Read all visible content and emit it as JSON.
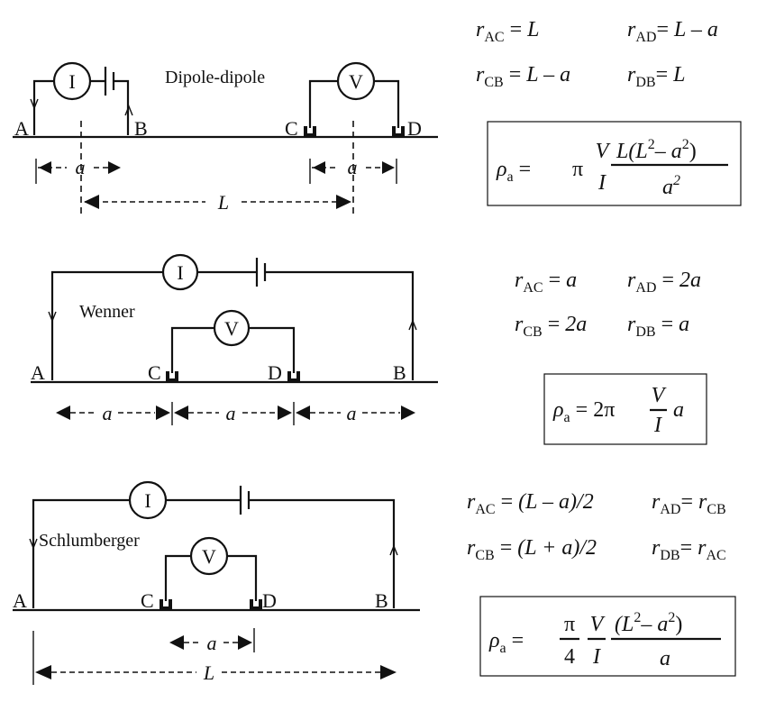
{
  "dipole": {
    "title": "Dipole-dipole",
    "meter_current": "I",
    "meter_voltage": "V",
    "electrodes": {
      "a": "A",
      "b": "B",
      "c": "C",
      "d": "D"
    },
    "spacing_a": "a",
    "spacing_L": "L",
    "distances": {
      "r_ac_sub": "AC",
      "r_ac_val": "L",
      "r_ad_sub": "AD",
      "r_ad_val": "L – a",
      "r_cb_sub": "CB",
      "r_cb_val": "L – a",
      "r_db_sub": "DB",
      "r_db_val": "L"
    },
    "formula": {
      "lhs": "ρ",
      "lhs_sub": "a",
      "pi": "π",
      "v": "V",
      "i": "I",
      "numer_a": "L",
      "numer_b": "(L",
      "numer_c": "2",
      "numer_d": "– a",
      "numer_e": "2",
      "numer_f": ")",
      "denom": "a",
      "denom_exp": "2"
    }
  },
  "wenner": {
    "title": "Wenner",
    "meter_current": "I",
    "meter_voltage": "V",
    "electrodes": {
      "a": "A",
      "b": "B",
      "c": "C",
      "d": "D"
    },
    "spacing_a": "a",
    "distances": {
      "r_ac_sub": "AC",
      "r_ac_val": "a",
      "r_ad_sub": "AD",
      "r_ad_val": "2a",
      "r_cb_sub": "CB",
      "r_cb_val": "2a",
      "r_db_sub": "DB",
      "r_db_val": "a"
    },
    "formula": {
      "lhs": "ρ",
      "lhs_sub": "a",
      "coef": "2π",
      "v": "V",
      "i": "I",
      "tail": "a"
    }
  },
  "schlumberger": {
    "title": "Schlumberger",
    "meter_current": "I",
    "meter_voltage": "V",
    "electrodes": {
      "a": "A",
      "b": "B",
      "c": "C",
      "d": "D"
    },
    "spacing_a": "a",
    "spacing_L": "L",
    "distances": {
      "r_ac_sub": "AC",
      "r_ac_val": "(L – a)/2",
      "r_ad_sub": "AD",
      "r_ad_val": "r",
      "r_ad_val_sub": "CB",
      "r_cb_sub": "CB",
      "r_cb_val": "(L + a)/2",
      "r_db_sub": "DB",
      "r_db_val": "r",
      "r_db_val_sub": "AC"
    },
    "formula": {
      "lhs": "ρ",
      "lhs_sub": "a",
      "pi": "π",
      "four": "4",
      "v": "V",
      "i": "I",
      "numer_a": "(L",
      "numer_b": "2",
      "numer_c": "– a",
      "numer_d": "2",
      "numer_e": ")",
      "denom": "a"
    }
  }
}
